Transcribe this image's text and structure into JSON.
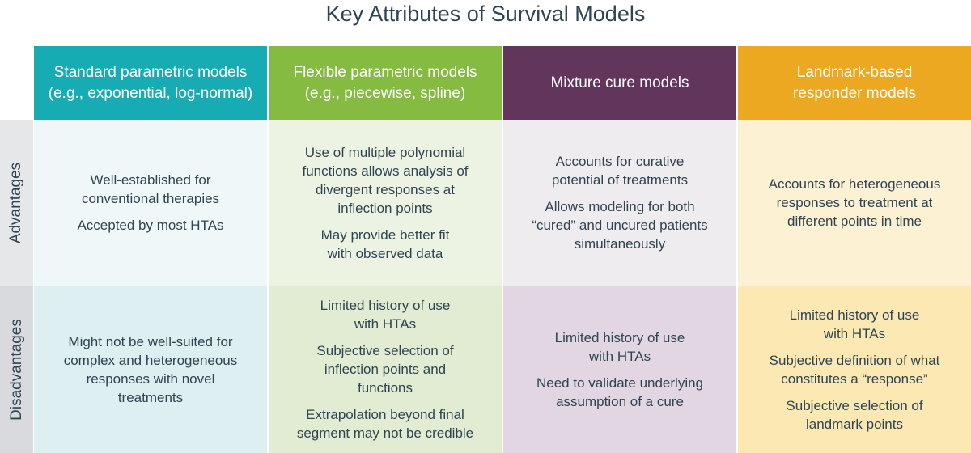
{
  "title": "Key Attributes of Survival Models",
  "colors": {
    "teal": "#17abb4",
    "green": "#86bb42",
    "purple": "#62365c",
    "orange": "#eda822",
    "text": "#2f4452"
  },
  "columns": [
    {
      "label": "Standard parametric models\n(e.g., exponential, log-normal)"
    },
    {
      "label": "Flexible parametric models\n(e.g., piecewise, spline)"
    },
    {
      "label": "Mixture cure models"
    },
    {
      "label": "Landmark-based\nresponder models"
    }
  ],
  "rows": [
    {
      "label": "Advantages",
      "cells": [
        [
          "Well-established for\nconventional therapies",
          "Accepted by most HTAs"
        ],
        [
          "Use of multiple polynomial\nfunctions allows analysis of\ndivergent responses at\ninflection points",
          "May provide better fit\nwith observed data"
        ],
        [
          "Accounts for curative\npotential of treatments",
          "Allows modeling for both\n“cured” and uncured patients\nsimultaneously"
        ],
        [
          "Accounts for heterogeneous\nresponses to treatment at\ndifferent points in time"
        ]
      ]
    },
    {
      "label": "Disadvantages",
      "cells": [
        [
          "Might not be well-suited for\ncomplex and heterogeneous\nresponses with novel\ntreatments"
        ],
        [
          "Limited history of use\nwith HTAs",
          "Subjective selection of\ninflection points and\nfunctions",
          "Extrapolation beyond final\nsegment may not be credible"
        ],
        [
          "Limited history of use\nwith HTAs",
          "Need to validate underlying\nassumption of a cure"
        ],
        [
          "Limited history of use\nwith HTAs",
          "Subjective definition of what\nconstitutes a “response”",
          "Subjective selection of\nlandmark points"
        ]
      ]
    }
  ]
}
